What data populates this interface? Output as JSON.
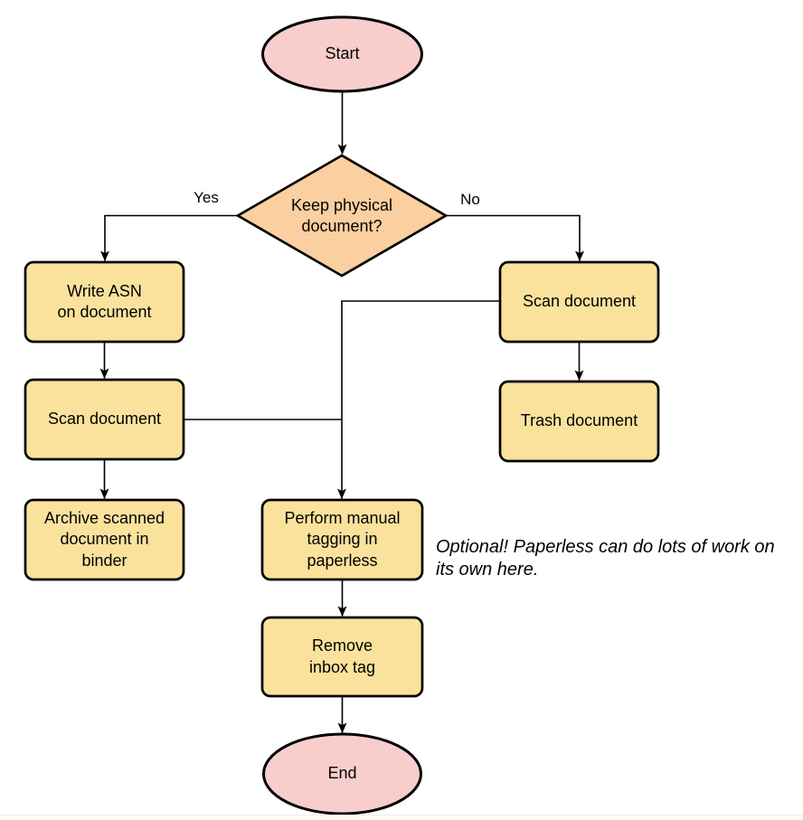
{
  "colors": {
    "terminal_fill": "#F8CECC",
    "decision_fill": "#FBCF9F",
    "process_fill": "#FAE29D",
    "stroke": "#000000"
  },
  "nodes": {
    "start": {
      "label": "Start"
    },
    "decision": {
      "label": "Keep physical\ndocument?"
    },
    "write_asn": {
      "label": "Write ASN\non document"
    },
    "scan_left": {
      "label": "Scan document"
    },
    "archive": {
      "label": "Archive scanned\ndocument in\nbinder"
    },
    "scan_right": {
      "label": "Scan document"
    },
    "trash": {
      "label": "Trash document"
    },
    "tagging": {
      "label": "Perform manual\ntagging in\npaperless"
    },
    "remove_inbox": {
      "label": "Remove\ninbox tag"
    },
    "end": {
      "label": "End"
    }
  },
  "edge_labels": {
    "yes": "Yes",
    "no": "No"
  },
  "annotation": {
    "text": "Optional! Paperless can do lots of work on\nits own here."
  }
}
